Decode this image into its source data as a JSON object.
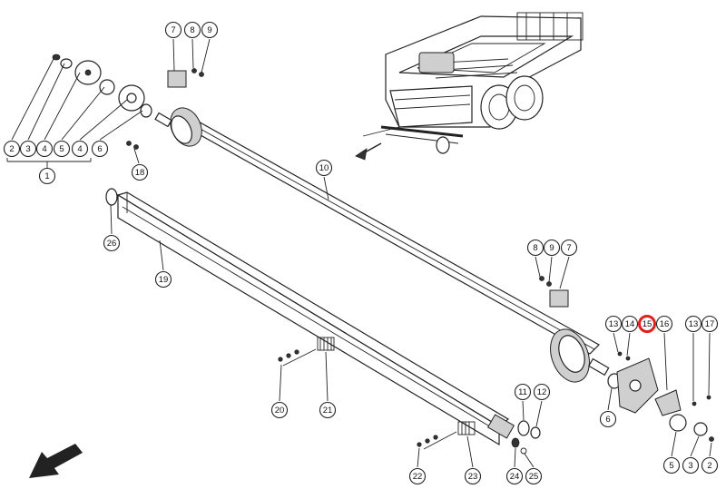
{
  "diagram": {
    "callouts": [
      {
        "id": "c7-top",
        "label": "7"
      },
      {
        "id": "c8-top",
        "label": "8"
      },
      {
        "id": "c9-top",
        "label": "9"
      },
      {
        "id": "c2-left",
        "label": "2"
      },
      {
        "id": "c3-left",
        "label": "3"
      },
      {
        "id": "c4a-left",
        "label": "4"
      },
      {
        "id": "c5-left",
        "label": "5"
      },
      {
        "id": "c4b-left",
        "label": "4"
      },
      {
        "id": "c6-left",
        "label": "6"
      },
      {
        "id": "c1",
        "label": "1"
      },
      {
        "id": "c18",
        "label": "18"
      },
      {
        "id": "c10",
        "label": "10"
      },
      {
        "id": "c26",
        "label": "26"
      },
      {
        "id": "c19",
        "label": "19"
      },
      {
        "id": "c8-right",
        "label": "8"
      },
      {
        "id": "c9-right",
        "label": "9"
      },
      {
        "id": "c7-right",
        "label": "7"
      },
      {
        "id": "c13a",
        "label": "13"
      },
      {
        "id": "c14",
        "label": "14"
      },
      {
        "id": "c15",
        "label": "15"
      },
      {
        "id": "c16",
        "label": "16"
      },
      {
        "id": "c13b",
        "label": "13"
      },
      {
        "id": "c17",
        "label": "17"
      },
      {
        "id": "c6-right",
        "label": "6"
      },
      {
        "id": "c11",
        "label": "11"
      },
      {
        "id": "c12",
        "label": "12"
      },
      {
        "id": "c20",
        "label": "20"
      },
      {
        "id": "c21",
        "label": "21"
      },
      {
        "id": "c22",
        "label": "22"
      },
      {
        "id": "c23",
        "label": "23"
      },
      {
        "id": "c24",
        "label": "24"
      },
      {
        "id": "c25",
        "label": "25"
      },
      {
        "id": "c5-right",
        "label": "5"
      },
      {
        "id": "c3-right",
        "label": "3"
      },
      {
        "id": "c2-right",
        "label": "2"
      }
    ],
    "highlighted_part": "15",
    "highlight_color": "#e0201b",
    "icons": [
      "direction-arrow-icon",
      "baler-machine-icon"
    ]
  }
}
